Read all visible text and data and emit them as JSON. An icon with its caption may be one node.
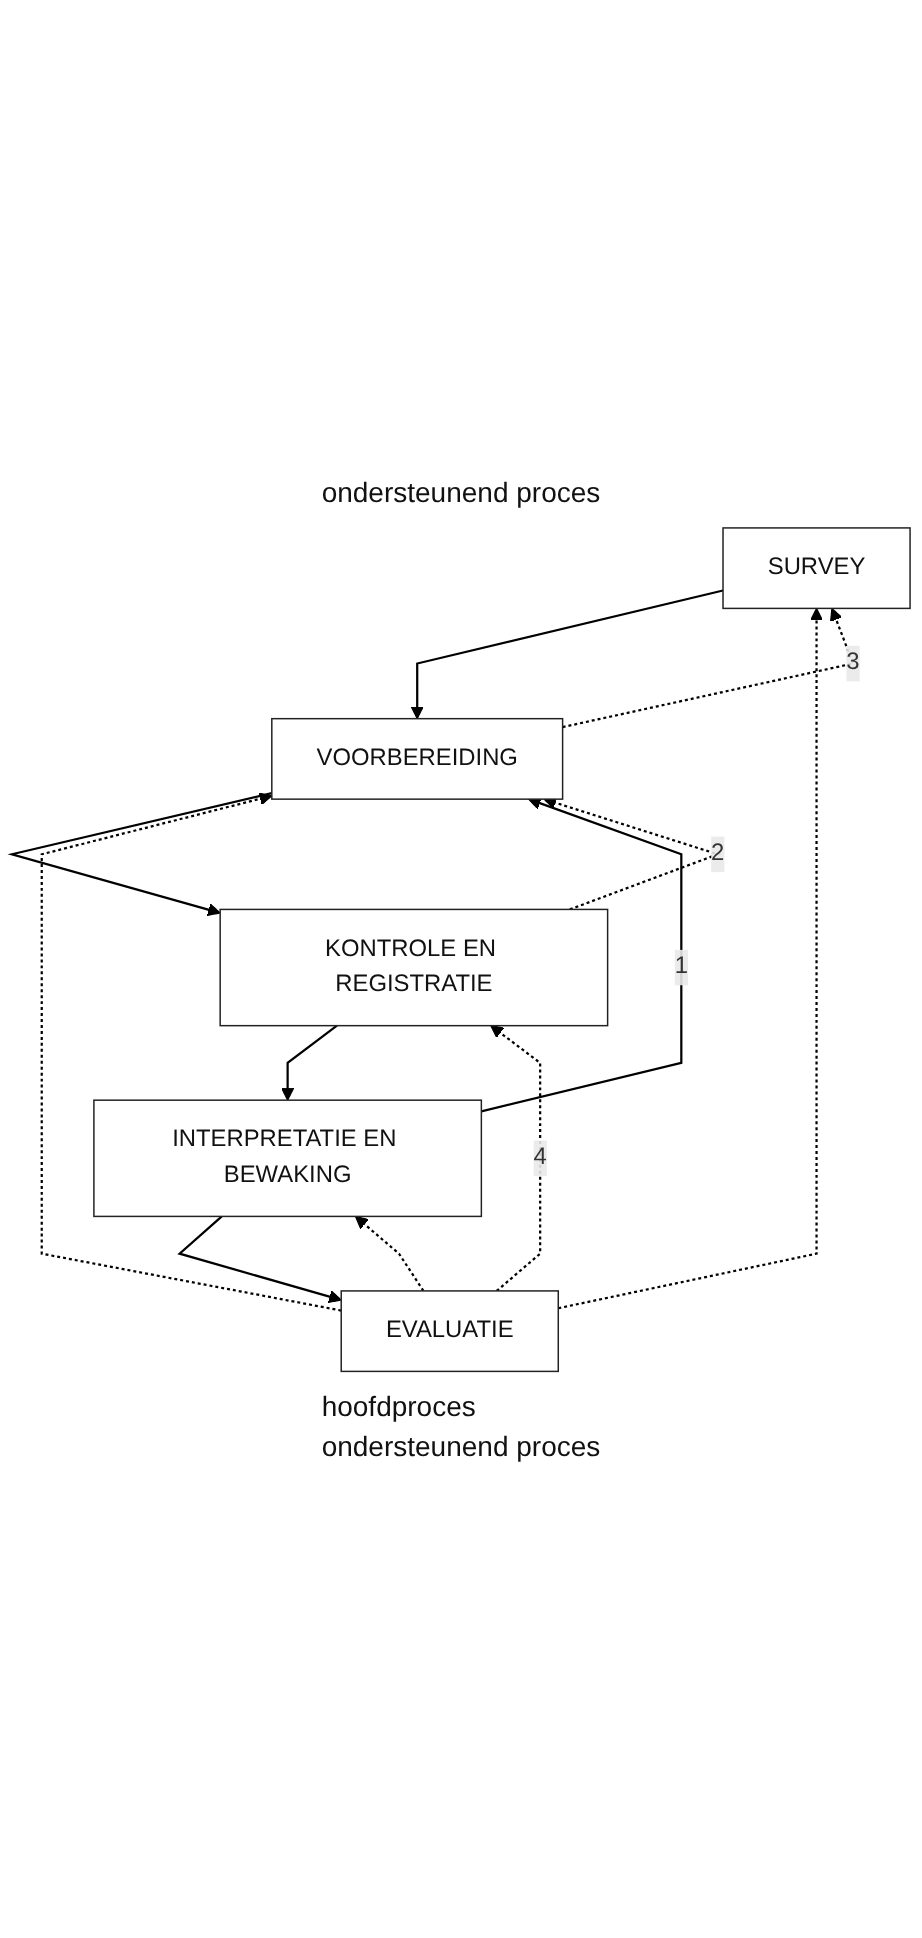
{
  "diagram": {
    "nodes": [
      {
        "text": [
          "SURVEY"
        ]
      },
      {
        "text": [
          "VOORBEREIDING"
        ]
      },
      {
        "text": [
          "KONTROLE EN REGISTRATIE"
        ]
      },
      {
        "text": [
          "INTERPRETATIE EN BEWAKING"
        ]
      },
      {
        "text": [
          "EVALUATIE"
        ]
      }
    ],
    "edges": [
      {
        "from": 0,
        "to": 1,
        "arrow": "to"
      },
      {
        "from": 1,
        "to": 2,
        "arrow": "to"
      },
      {
        "from": 2,
        "to": 3,
        "arrow": "to"
      },
      {
        "from": 3,
        "to": 4,
        "arrow": "to"
      },
      {
        "from": 3,
        "to": 1,
        "arrow": "to",
        "label": "1"
      },
      {
        "from": 2,
        "to": 1,
        "arrow": "to",
        "style": "dashed",
        "label": "2"
      },
      {
        "from": 1,
        "to": 0,
        "arrow": "to",
        "style": "dashed",
        "label": "3"
      },
      {
        "from": 4,
        "to": 0,
        "arrow": "to",
        "style": "dashed"
      },
      {
        "from": 4,
        "to": 1,
        "arrow": "to",
        "style": "dashed"
      },
      {
        "from": 4,
        "to": 2,
        "arrow": "to",
        "style": "dashed",
        "label": "4"
      },
      {
        "from": 4,
        "to": 3,
        "arrow": "to",
        "style": "dashed"
      }
    ],
    "labels": [
      "ondersteunend proces",
      "hoofdproces",
      "ondersteunend proces"
    ]
  }
}
